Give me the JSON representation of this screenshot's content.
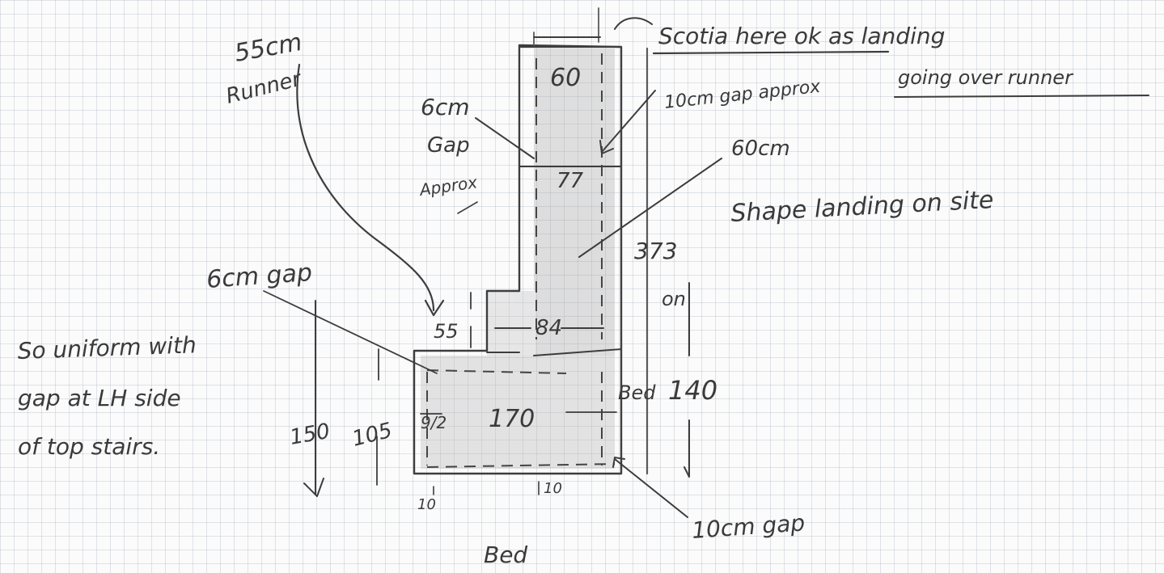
{
  "colors": {
    "pencil": "#3d3d3d",
    "shading": "#9a9a9a",
    "paper": "#fbfbfb",
    "grid": "#aab0bc"
  },
  "notes": {
    "runner_size": "55cm",
    "runner_word": "Runner",
    "gap_6cm_top": "6cm",
    "gap_6cm_gap": "Gap",
    "gap_6cm_approx": "Approx",
    "scotia_line1": "Scotia here ok as landing",
    "scotia_line2": "going over runner",
    "gap_10cm_top": "10cm gap approx",
    "width_60cm": "60cm",
    "shape_landing": "Shape landing on site",
    "gap_6cm_left": "6cm gap",
    "uniform_line1": "So uniform with",
    "uniform_line2": "gap at LH side",
    "uniform_line3": "of top stairs.",
    "gap_10cm_bottom": "10cm gap",
    "bed_bottom": "Bed",
    "bed_right": "Bed",
    "on_text": "on"
  },
  "dimensions": {
    "top_width": "60",
    "tread": "77",
    "length_total": "373",
    "landing_run": "84",
    "runner_width": "55",
    "landing_width": "170",
    "height_left": "150",
    "height_mid": "105",
    "height_right": "140",
    "small_gap": "9/2",
    "gap_left": "10",
    "gap_right": "10"
  }
}
